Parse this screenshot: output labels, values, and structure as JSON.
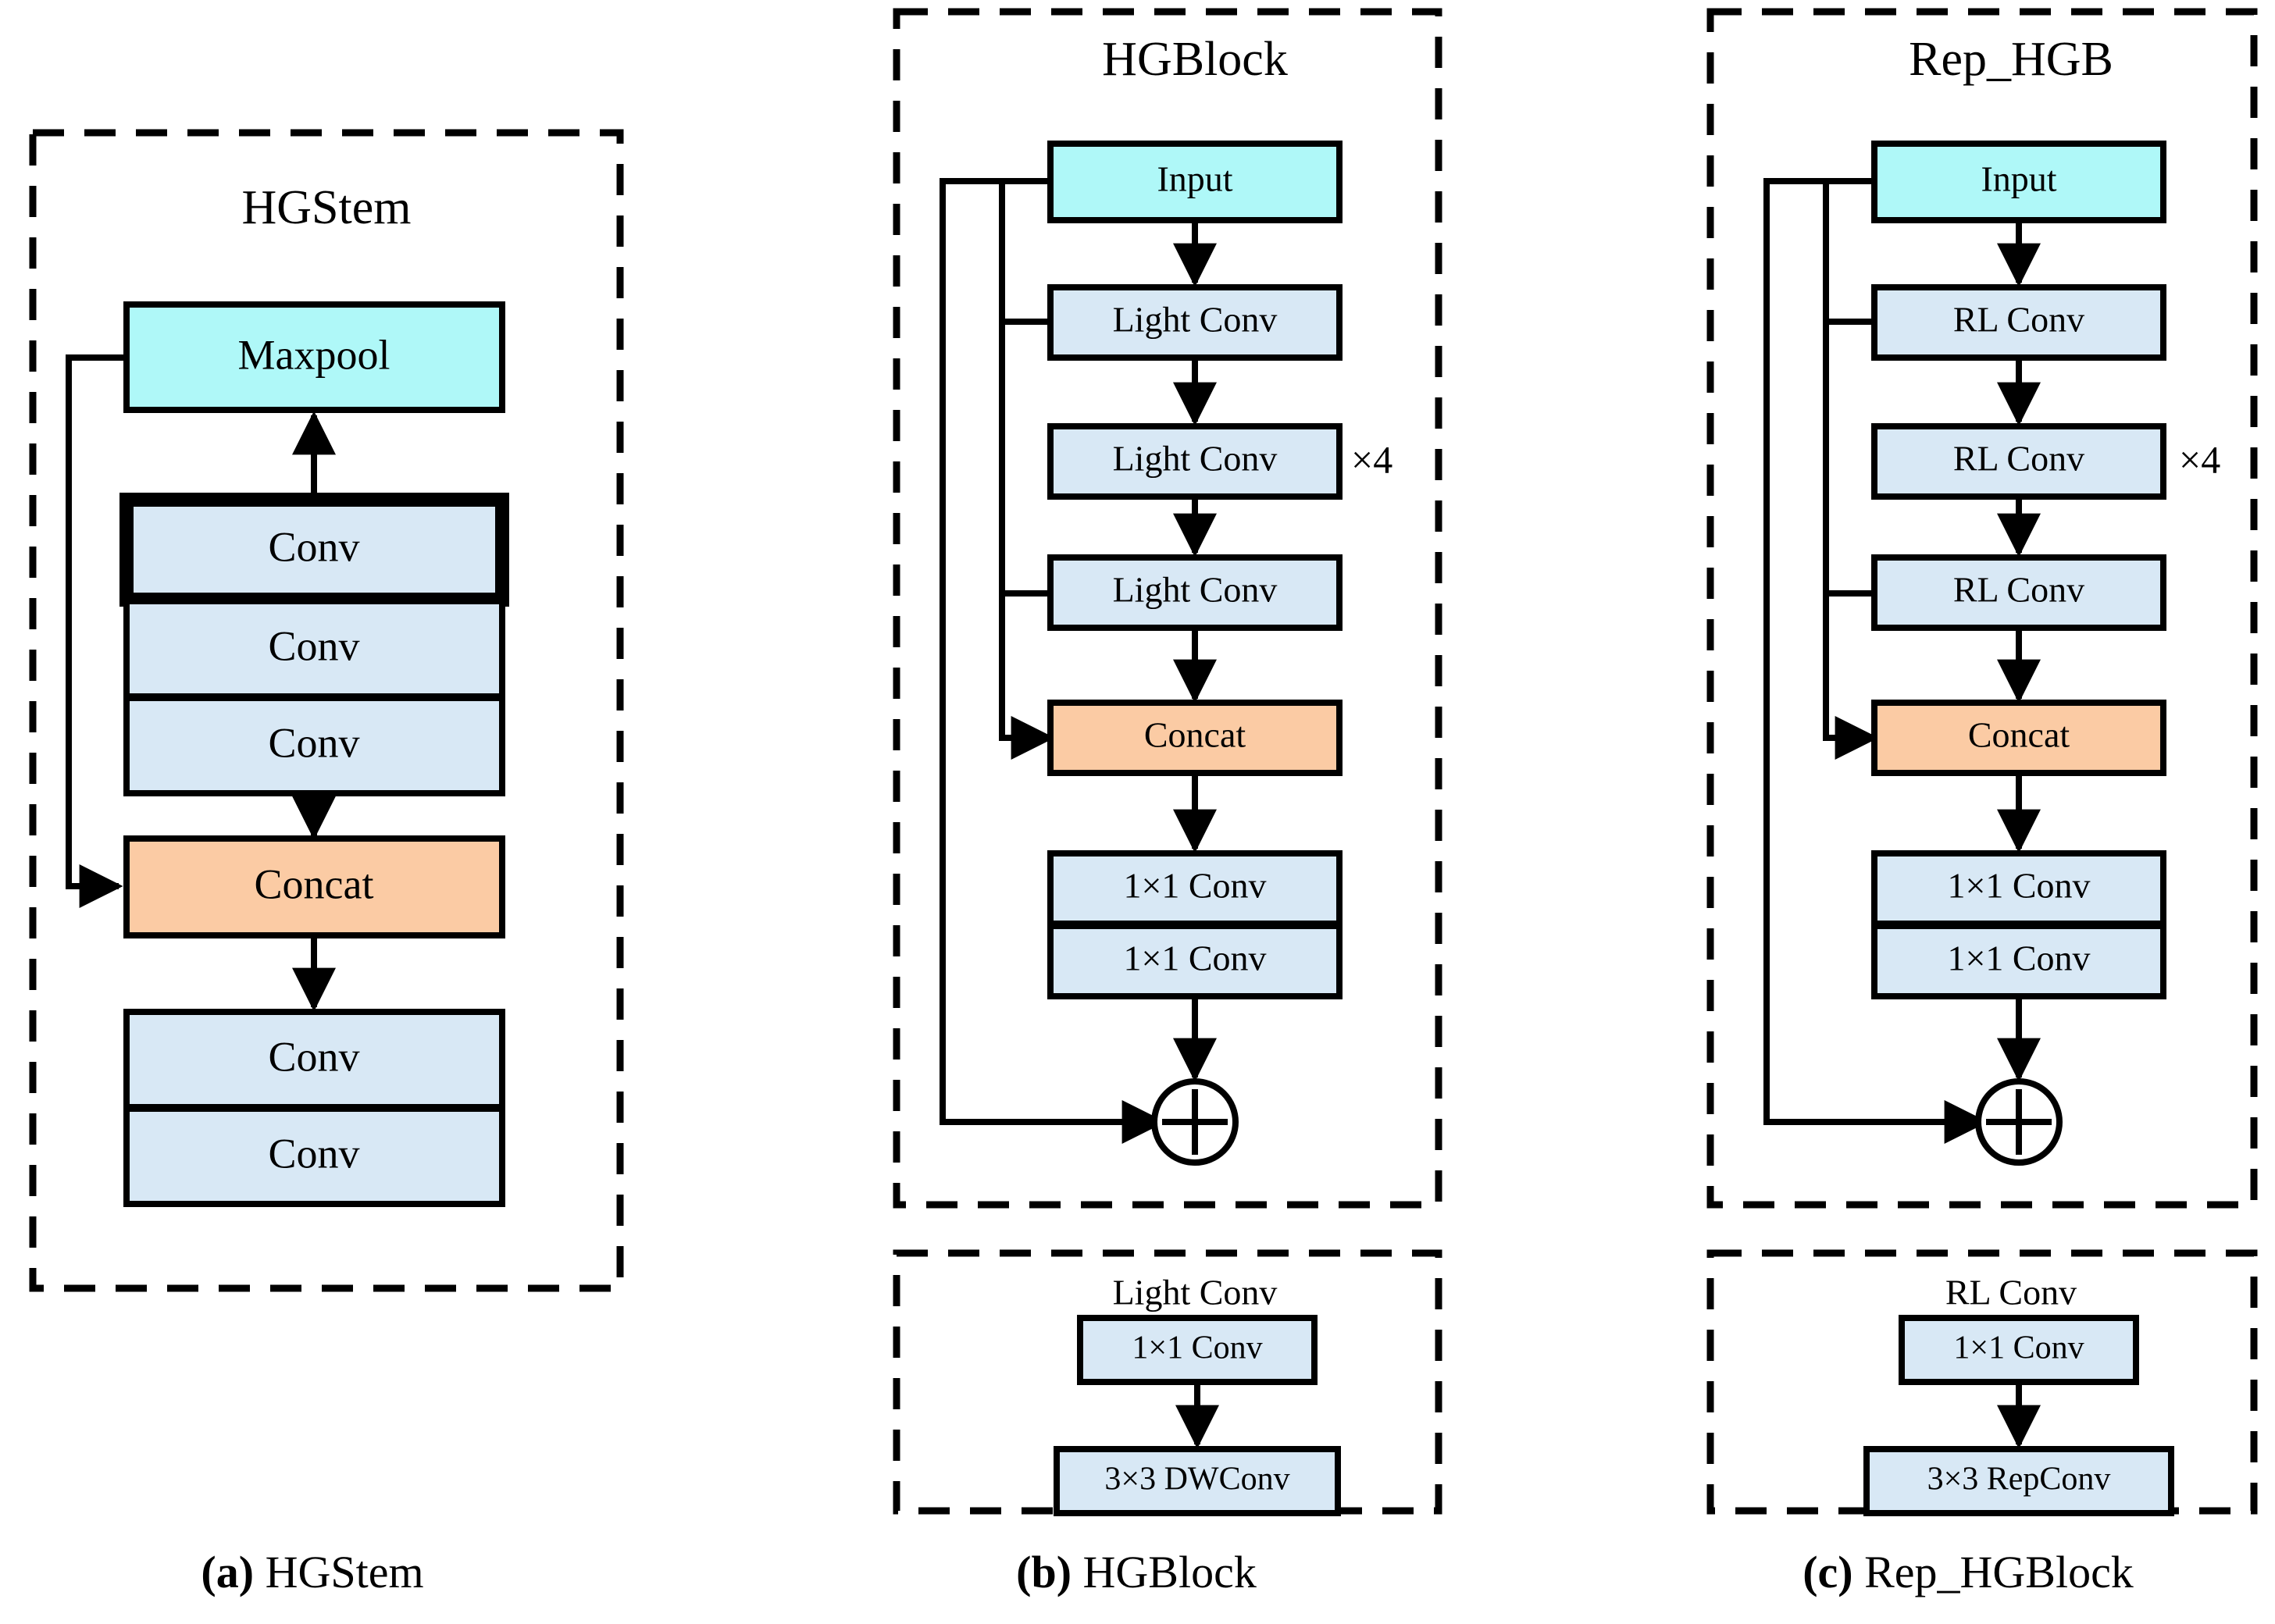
{
  "figure": {
    "colors": {
      "cyan_fill": "#aff8f8",
      "blue_fill": "#d8e8f5",
      "orange_fill": "#fbcba4",
      "stroke": "#000000",
      "background": "#ffffff"
    }
  },
  "panel_a": {
    "title": "HGStem",
    "caption_letter": "(a)",
    "caption_text": " HGStem",
    "blocks": [
      {
        "label": "Maxpool",
        "type": "cyan"
      },
      {
        "label": "Conv",
        "type": "blue-bold"
      },
      {
        "label": "Conv",
        "type": "blue"
      },
      {
        "label": "Conv",
        "type": "blue"
      },
      {
        "label": "Concat",
        "type": "orange"
      },
      {
        "label": "Conv",
        "type": "blue"
      },
      {
        "label": "Conv",
        "type": "blue"
      }
    ]
  },
  "panel_b": {
    "title": "HGBlock",
    "caption_letter": "(b)",
    "caption_text": " HGBlock",
    "repeat_label": "×4",
    "blocks": [
      {
        "label": "Input",
        "type": "cyan"
      },
      {
        "label": "Light Conv",
        "type": "blue"
      },
      {
        "label": "Light Conv",
        "type": "blue"
      },
      {
        "label": "Light Conv",
        "type": "blue"
      },
      {
        "label": "Concat",
        "type": "orange"
      },
      {
        "label": "1×1 Conv",
        "type": "blue"
      },
      {
        "label": "1×1 Conv",
        "type": "blue"
      }
    ],
    "add_symbol": "⊕",
    "sub": {
      "title": "Light Conv",
      "blocks": [
        {
          "label": "1×1 Conv",
          "type": "blue"
        },
        {
          "label": "3×3 DWConv",
          "type": "blue"
        }
      ]
    }
  },
  "panel_c": {
    "title": "Rep_HGB",
    "caption_letter": "(c)",
    "caption_text": " Rep_HGBlock",
    "repeat_label": "×4",
    "blocks": [
      {
        "label": "Input",
        "type": "cyan"
      },
      {
        "label": "RL Conv",
        "type": "blue"
      },
      {
        "label": "RL Conv",
        "type": "blue"
      },
      {
        "label": "RL Conv",
        "type": "blue"
      },
      {
        "label": "Concat",
        "type": "orange"
      },
      {
        "label": "1×1 Conv",
        "type": "blue"
      },
      {
        "label": "1×1 Conv",
        "type": "blue"
      }
    ],
    "add_symbol": "⊕",
    "sub": {
      "title": "RL Conv",
      "blocks": [
        {
          "label": "1×1 Conv",
          "type": "blue"
        },
        {
          "label": "3×3 RepConv",
          "type": "blue"
        }
      ]
    }
  }
}
